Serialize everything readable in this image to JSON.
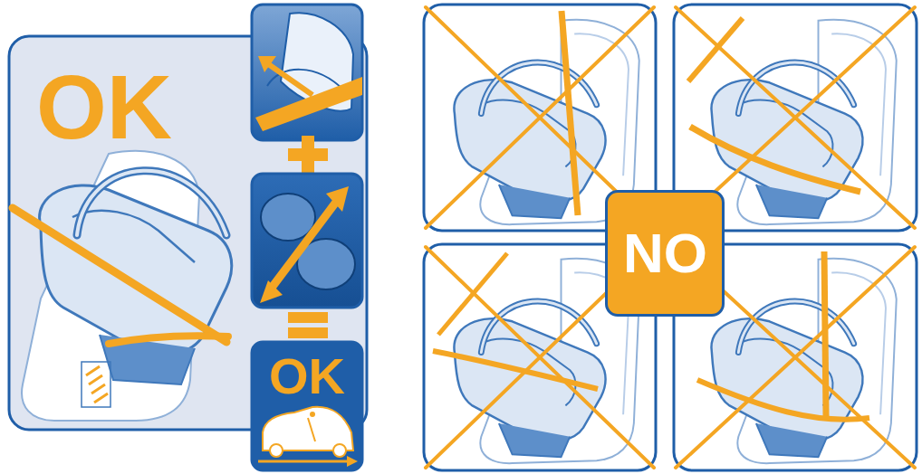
{
  "diagram": {
    "nodes": [
      {
        "text": [
          "OK"
        ]
      },
      {
        "text": [
          "OK"
        ],
        "in": 0
      },
      {
        "text": [
          "NO"
        ]
      }
    ]
  }
}
